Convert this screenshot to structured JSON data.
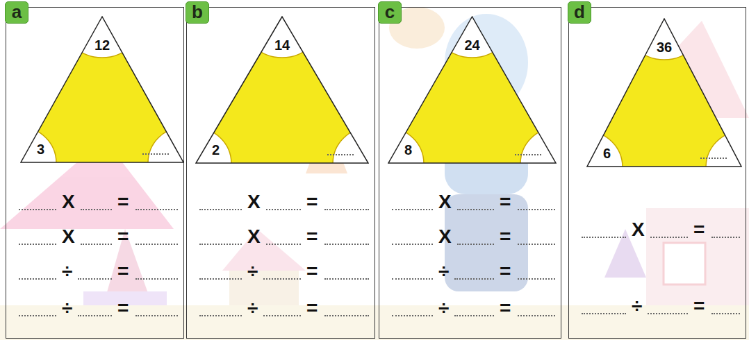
{
  "diagram": {
    "nodes": [
      {
        "text": [
          "a",
          "X",
          "=",
          "X",
          "=",
          "÷",
          "=",
          "÷",
          "="
        ]
      },
      {
        "text": [
          "12",
          "3"
        ],
        "in": 0
      },
      {
        "text": [
          "b",
          "X",
          "=",
          "X",
          "=",
          "÷",
          "=",
          "÷",
          "="
        ]
      },
      {
        "text": [
          "14",
          "2"
        ],
        "in": 2
      },
      {
        "text": [
          "c",
          "X",
          "=",
          "X",
          "=",
          "÷",
          "=",
          "÷",
          "="
        ]
      },
      {
        "text": [
          "24",
          "8"
        ],
        "in": 4
      },
      {
        "text": [
          "d",
          "X",
          "=",
          "÷",
          "="
        ]
      },
      {
        "text": [
          "36",
          "6"
        ],
        "in": 6
      }
    ]
  }
}
